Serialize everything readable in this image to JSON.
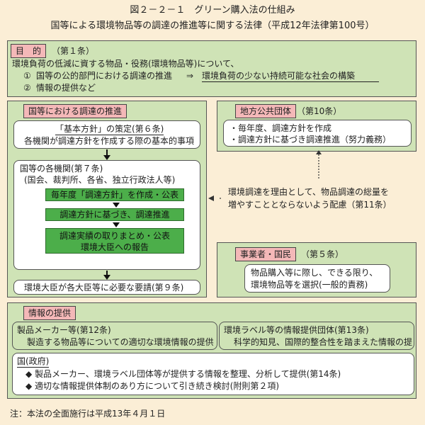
{
  "header": {
    "figure_title": "図２－２－１　グリーン購入法の仕組み",
    "law_title": "国等による環境物品等の調達の推進等に関する法律（平成12年法律第100号）"
  },
  "purpose": {
    "label": "目　的",
    "article": "（第１条）",
    "line1": "環境負荷の低減に資する物品・役務(環境物品等)について、",
    "item1_num": "①",
    "item1_text": "国等の公的部門における調達の推進",
    "item1_arrow": "⇒",
    "item1_result": "環境負荷の少ない持続可能な社会の構築",
    "item2_num": "②",
    "item2_text": "情報の提供など"
  },
  "national": {
    "label": "国等における調達の推進",
    "policy_title": "「基本方針」の策定(第６条)",
    "policy_desc": "各機関が調達方針を作成する際の基本的事項",
    "agencies_title": "国等の各機関(第７条)",
    "agencies_sub": "(国会、裁判所、各省、独立行政法人等)",
    "step1": "毎年度「調達方針」を作成・公表",
    "step2": "調達方針に基づき、調達推進",
    "step3_line1": "調達実績の取りまとめ・公表",
    "step3_line2": "環境大臣への報告",
    "request": "環境大臣が各大臣等に必要な要請(第９条)"
  },
  "local": {
    "label": "地方公共団体",
    "article": "（第10条）",
    "item1": "・毎年度、調達方針を作成",
    "item2": "・調達方針に基づき調達推進（努力義務）"
  },
  "consideration": {
    "line1": "環境調達を理由として、物品調達の総量を",
    "line2": "増やすこととならないよう配慮（第11条）"
  },
  "business": {
    "label": "事業者・国民",
    "article": "（第５条）",
    "line1": "物品購入等に際し、できる限り、",
    "line2": "環境物品等を選択(一般的責務)"
  },
  "information": {
    "label": "情報の提供",
    "makers_title": "製品メーカー等(第12条)",
    "makers_desc": "製造する物品等についての適切な環境情報の提供",
    "labels_title": "環境ラベル等の情報提供団体(第13条)",
    "labels_desc": "科学的知見、国際的整合性を踏まえた情報の提供",
    "gov_title": "国(政府)",
    "gov_item1": "◆ 製品メーカー、環境ラベル団体等が提供する情報を整理、分析して提供(第14条)",
    "gov_item2": "◆ 適切な情報提供体制のあり方について引き続き検討(附則第２項)"
  },
  "footnote": "注：本法の全面施行は平成13年４月１日",
  "colors": {
    "background": "#fbeed6",
    "panel": "#cfe3b6",
    "label": "#f4b8b8",
    "step": "#4cae4a"
  }
}
